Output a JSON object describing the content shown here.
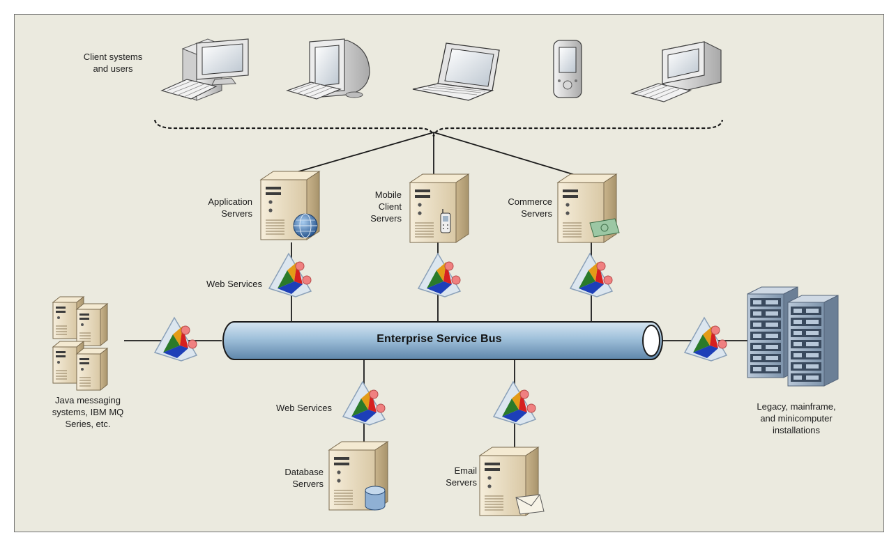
{
  "diagram": {
    "clients": {
      "label": "Client systems\nand users"
    },
    "bus": {
      "label": "Enterprise Service Bus"
    },
    "servers": {
      "application": "Application\nServers",
      "mobile": "Mobile\nClient\nServers",
      "commerce": "Commerce\nServers",
      "database": "Database\nServers",
      "email": "Email\nServers"
    },
    "web_services_top": "Web Services",
    "web_services_bottom": "Web Services",
    "messaging": "Java messaging\nsystems, IBM MQ\nSeries, etc.",
    "legacy": "Legacy, mainframe,\nand minicomputer\ninstallations"
  },
  "colors": {
    "background": "#ebeadf",
    "bus": "#8fb3d1",
    "server_case": "#ede0c4",
    "line": "#1a1a1a"
  },
  "icons": [
    "desktop-computer-icon",
    "crt-computer-icon",
    "laptop-icon",
    "pda-icon",
    "monitor-icon",
    "server-tower-icon",
    "globe-icon",
    "cellphone-icon",
    "cash-icon",
    "database-cylinder-icon",
    "envelope-icon",
    "web-service-adapter-icon",
    "server-rack-icon"
  ]
}
